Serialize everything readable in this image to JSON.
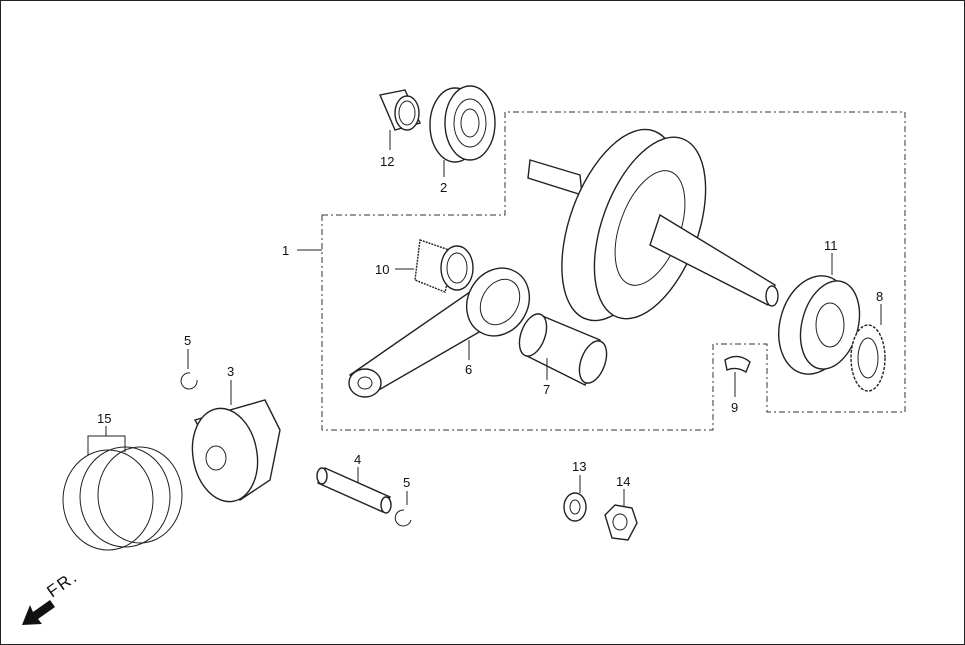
{
  "diagram": {
    "direction_label": "FR.",
    "callouts": {
      "crankshaft_assembly": "1",
      "bearing_left": "2",
      "piston": "3",
      "piston_pin": "4",
      "clip_left": "5",
      "clip_right": "5",
      "connecting_rod": "6",
      "crank_pin": "7",
      "timing_sprocket": "8",
      "woodruff_key": "9",
      "needle_bearing": "10",
      "bearing_right": "11",
      "collar": "12",
      "washer": "13",
      "nut": "14",
      "piston_ring_set": "15"
    }
  }
}
